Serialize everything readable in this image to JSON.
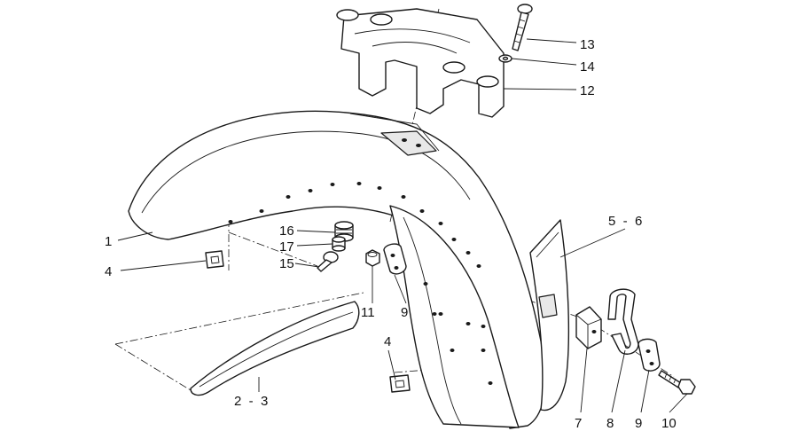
{
  "diagram": {
    "callouts": [
      {
        "id": "c13",
        "text": "13"
      },
      {
        "id": "c14",
        "text": "14"
      },
      {
        "id": "c12",
        "text": "12"
      },
      {
        "id": "c1",
        "text": "1"
      },
      {
        "id": "c16",
        "text": "16"
      },
      {
        "id": "c17",
        "text": "17"
      },
      {
        "id": "c15",
        "text": "15"
      },
      {
        "id": "c4a",
        "text": "4"
      },
      {
        "id": "c11",
        "text": "11"
      },
      {
        "id": "c9a",
        "text": "9"
      },
      {
        "id": "c56",
        "text": "5  -  6"
      },
      {
        "id": "c23",
        "text": "2  -  3"
      },
      {
        "id": "c4b",
        "text": "4"
      },
      {
        "id": "c7",
        "text": "7"
      },
      {
        "id": "c8",
        "text": "8"
      },
      {
        "id": "c9b",
        "text": "9"
      },
      {
        "id": "c10",
        "text": "10"
      }
    ]
  }
}
